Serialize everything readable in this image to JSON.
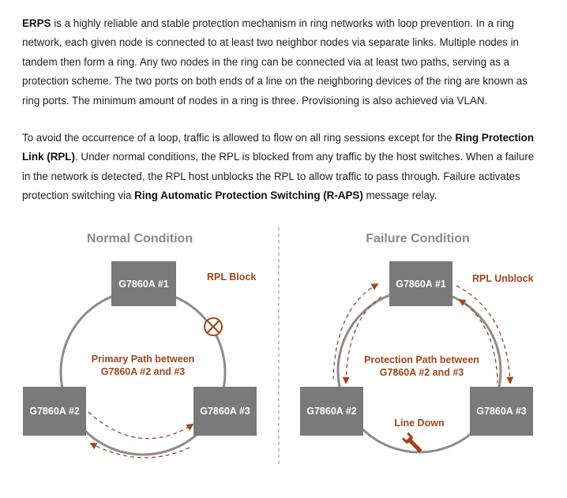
{
  "text": {
    "p1": {
      "lead": "ERPS",
      "body": " is a highly reliable and stable protection mechanism in ring networks with loop prevention. In a ring network, each given node is connected to at least two neighbor nodes via separate links. Multiple nodes in tandem then form a ring. Any two nodes in the ring can be connected via at least two paths, serving as a protection scheme. The two ports on both ends of a line on the neighboring devices of the ring are known as ring ports. The minimum amount of nodes in a ring is three. Provisioning is also achieved via VLAN."
    },
    "p2": {
      "before": "To avoid the occurrence of a loop, traffic is allowed to flow on all ring sessions except for the ",
      "bold1": "Ring Protection Link (RPL)",
      "middle": ". Under normal conditions, the RPL is blocked from any traffic by the host switches. When a failure in the network is detected, the RPL host unblocks the RPL to allow traffic to pass through. Failure activates protection switching via ",
      "bold2": "Ring Automatic Protection Switching (R-APS)",
      "after": " message relay."
    }
  },
  "diagram": {
    "normal": {
      "title": "Normal Condition",
      "node1": "G7860A #1",
      "node2": "G7860A #2",
      "node3": "G7860A #3",
      "rpl_label": "RPL Block",
      "path_line1": "Primary Path between",
      "path_line2": "G7860A #2 and #3"
    },
    "failure": {
      "title": "Failure Condition",
      "node1": "G7860A #1",
      "node2": "G7860A #2",
      "node3": "G7860A #3",
      "rpl_label": "RPL Unblock",
      "path_line1": "Protection Path between",
      "path_line2": "G7860A #2 and #3",
      "fault_label": "Line Down"
    },
    "colors": {
      "node_fill": "#7a7a7a",
      "ring": "#8c8c8c",
      "accent": "#a0461a",
      "title": "#8a8a8a"
    }
  }
}
